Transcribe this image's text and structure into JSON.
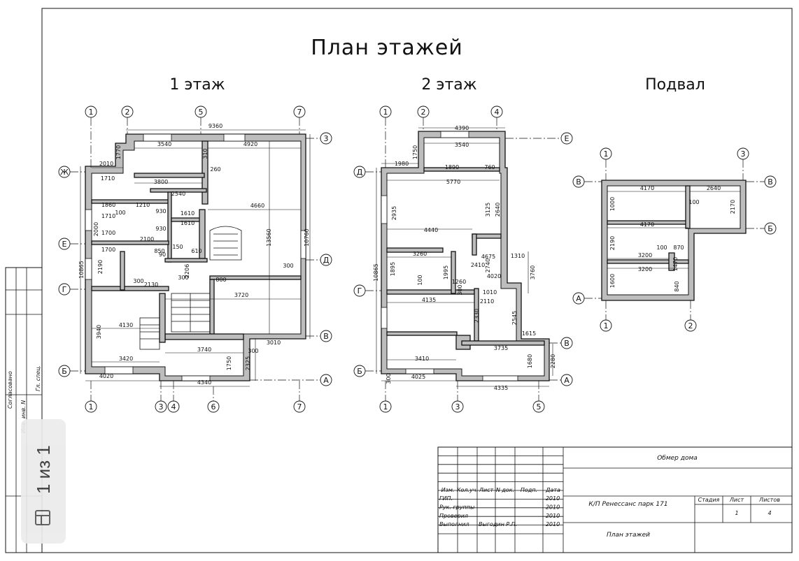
{
  "drawing": {
    "title": "План этажей",
    "floor1_title": "1 этаж",
    "floor2_title": "2 этаж",
    "basement_title": "Подвал"
  },
  "margin_labels": {
    "agreed": "Согласовано",
    "spec": "Гл. спец.",
    "inv": "Инв. инв. N"
  },
  "axes": {
    "f1_top": [
      "1",
      "2",
      "5",
      "7"
    ],
    "f1_bottom": [
      "1",
      "3",
      "4",
      "6",
      "7"
    ],
    "f1_left": [
      "Ж",
      "Е",
      "Г",
      "Б"
    ],
    "f1_right": [
      "3",
      "Д",
      "В",
      "А"
    ],
    "f2_top": [
      "1",
      "2",
      "4"
    ],
    "f2_bottom": [
      "1",
      "3",
      "5"
    ],
    "f2_left": [
      "Д",
      "Г",
      "Б"
    ],
    "f2_right": [
      "Е",
      "В",
      "А"
    ],
    "b_top": [
      "1",
      "3"
    ],
    "b_bottom": [
      "1",
      "2"
    ],
    "b_left": [
      "В",
      "А"
    ],
    "b_right": [
      "В",
      "Б"
    ]
  },
  "dims_f1": [
    "9360",
    "3540",
    "4920",
    "310",
    "2010",
    "1770",
    "1710",
    "3800",
    "2540",
    "260",
    "1860",
    "1210",
    "1610",
    "4660",
    "1710",
    "2000",
    "930",
    "1610",
    "100",
    "1700",
    "2100",
    "930",
    "850",
    "90",
    "150",
    "610",
    "1700",
    "2190",
    "300",
    "2130",
    "2206",
    "800",
    "300",
    "3720",
    "4130",
    "3940",
    "3740",
    "3010",
    "1750",
    "3420",
    "300",
    "4020",
    "4340",
    "10865",
    "13560",
    "10760",
    "300",
    "2325"
  ],
  "dims_f2": [
    "4390",
    "3540",
    "1980",
    "1750",
    "1890",
    "760",
    "5770",
    "3125",
    "2935",
    "4440",
    "2640",
    "4675",
    "3260",
    "1310",
    "2410",
    "2740",
    "4020",
    "3760",
    "1995",
    "1260",
    "1010",
    "300",
    "4135",
    "2110",
    "2330",
    "2545",
    "1615",
    "3735",
    "3410",
    "1680",
    "2280",
    "4025",
    "4335",
    "10865",
    "300",
    "100",
    "1895"
  ],
  "dims_b": [
    "4170",
    "2640",
    "1000",
    "100",
    "2170",
    "4170",
    "2190",
    "100",
    "870",
    "3200",
    "1470",
    "3200",
    "1600",
    "840"
  ],
  "stamp": {
    "header": [
      "Изм.",
      "Кол.уч.",
      "Лист",
      "N док.",
      "Подп.",
      "Дата"
    ],
    "rows": [
      {
        "role": "ГИП.",
        "name": "",
        "date": "2010"
      },
      {
        "role": "Рук. группы",
        "name": "",
        "date": "2010"
      },
      {
        "role": "Проверил",
        "name": "",
        "date": "2010"
      },
      {
        "role": "Выполнил",
        "name": "Выгодин Р.П.",
        "date": "2010"
      }
    ],
    "object": "Обмер дома",
    "project": "К/П Ренессанс парк 171",
    "sheet_name": "План этажей",
    "stage_label": "Стадия",
    "sheet_label": "Лист",
    "sheets_label": "Листов",
    "stage_value": "",
    "sheet_value": "1",
    "sheets_value": "4"
  },
  "viewer": {
    "page_indicator": "1 из 1",
    "icon": "page-icon"
  }
}
